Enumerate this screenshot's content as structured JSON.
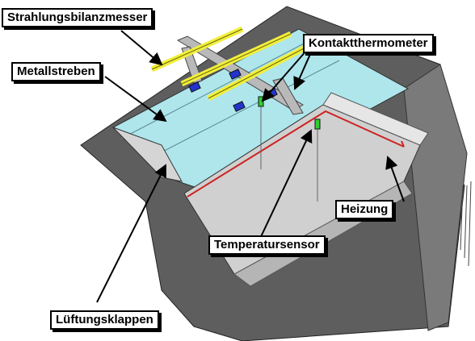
{
  "labels": {
    "radiation_meter": "Strahlungsbilanzmesser",
    "metal_struts": "Metallstreben",
    "contact_thermometer": "Kontaktthermometer",
    "heating": "Heizung",
    "temperature_sensor": "Temperatursensor",
    "ventilation_flaps": "Lüftungsklappen"
  },
  "colors": {
    "frame_dark": "#5a5a5a",
    "frame_side": "#7a7a7a",
    "glass_top": "#aee6ec",
    "interior_floor": "#c8c8c8",
    "strut": "#b9b9b9",
    "sensor_yellow": "#f2ef3a",
    "sensor_blue": "#2233cc",
    "sensor_green": "#33cc33",
    "heating_wire": "#cc2222"
  }
}
